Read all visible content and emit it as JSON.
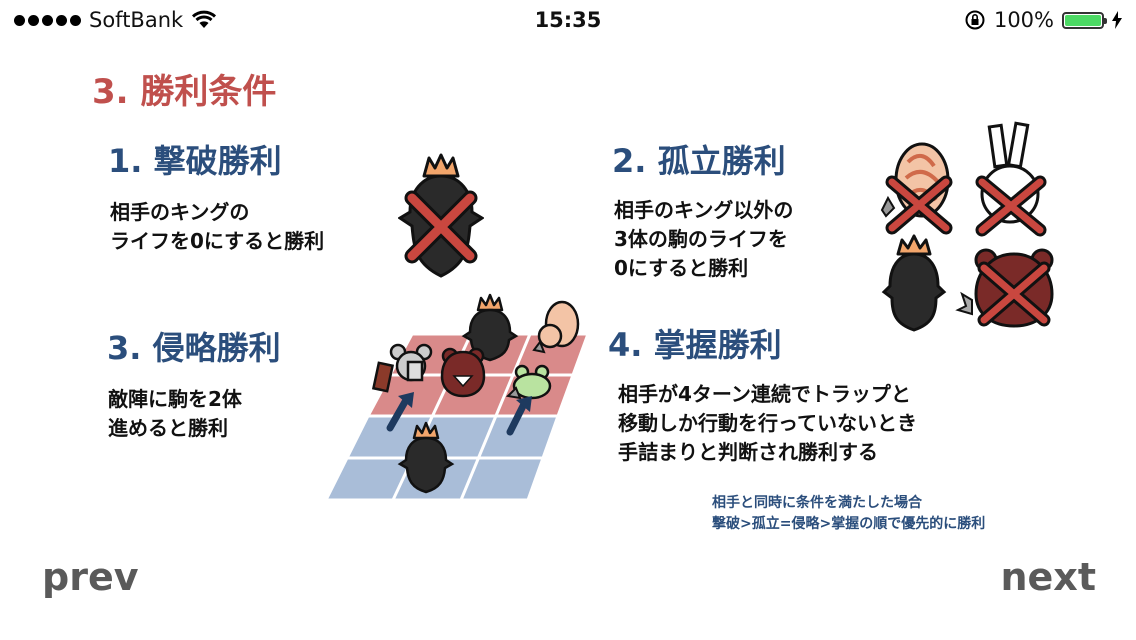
{
  "status_bar": {
    "carrier": "SoftBank",
    "time": "15:35",
    "battery": "100%"
  },
  "page_title": "3. 勝利条件",
  "sections": [
    {
      "title": "1. 撃破勝利",
      "desc": "相手のキングの\nライフを0にすると勝利"
    },
    {
      "title": "2. 孤立勝利",
      "desc": "相手のキング以外の\n3体の駒のライフを\n0にすると勝利"
    },
    {
      "title": "3. 侵略勝利",
      "desc": "敵陣に駒を2体\n進めると勝利"
    },
    {
      "title": "4. 掌握勝利",
      "desc": "相手が4ターン連続でトラップと\n移動しか行動を行っていないとき\n手詰まりと判断され勝利する"
    }
  ],
  "note": {
    "line1": "相手と同時に条件を満たした場合",
    "line2": "撃破>孤立=侵略>掌握の順で優先的に勝利"
  },
  "nav": {
    "prev": "prev",
    "next": "next"
  },
  "colors": {
    "title_red": "#c0504d",
    "heading_blue": "#2b4e7c",
    "cross_red": "#c9473f",
    "enemy_zone": "#d98a8a",
    "home_zone": "#a9bdd8",
    "crown": "#f2a56b"
  },
  "icons": [
    "wifi-icon",
    "orientation-lock-icon",
    "battery-icon",
    "charging-icon",
    "king-piece-icon",
    "cross-mark-icon",
    "squirrel-piece-icon",
    "rabbit-piece-icon",
    "bear-piece-icon",
    "mouse-piece-icon",
    "frog-piece-icon",
    "advance-arrow-icon"
  ]
}
